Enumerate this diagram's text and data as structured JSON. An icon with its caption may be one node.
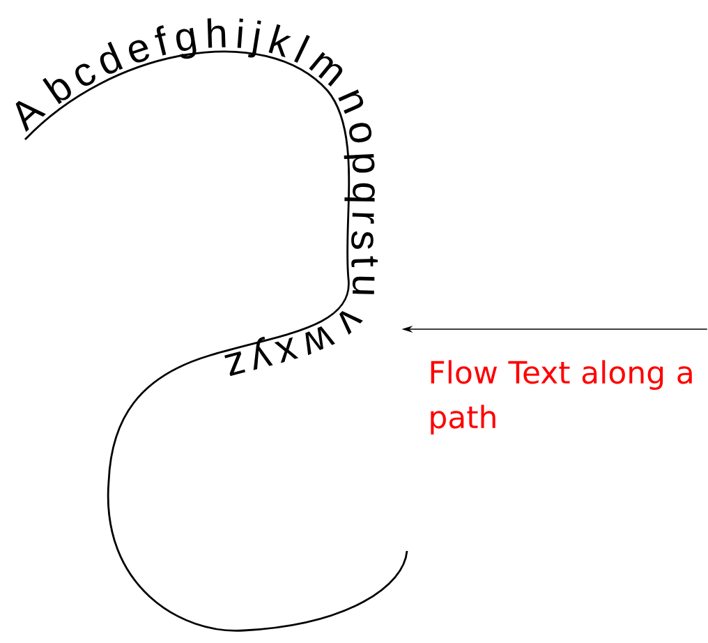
{
  "diagram": {
    "nodes": [
      {
        "text": [
          "Abcdefghijklmnopqrstuvwxyz"
        ]
      },
      {
        "text": [
          "Flow Text along a path"
        ]
      }
    ],
    "edges": [
      {
        "from": 1,
        "to": 0,
        "arrow": "to"
      }
    ]
  }
}
